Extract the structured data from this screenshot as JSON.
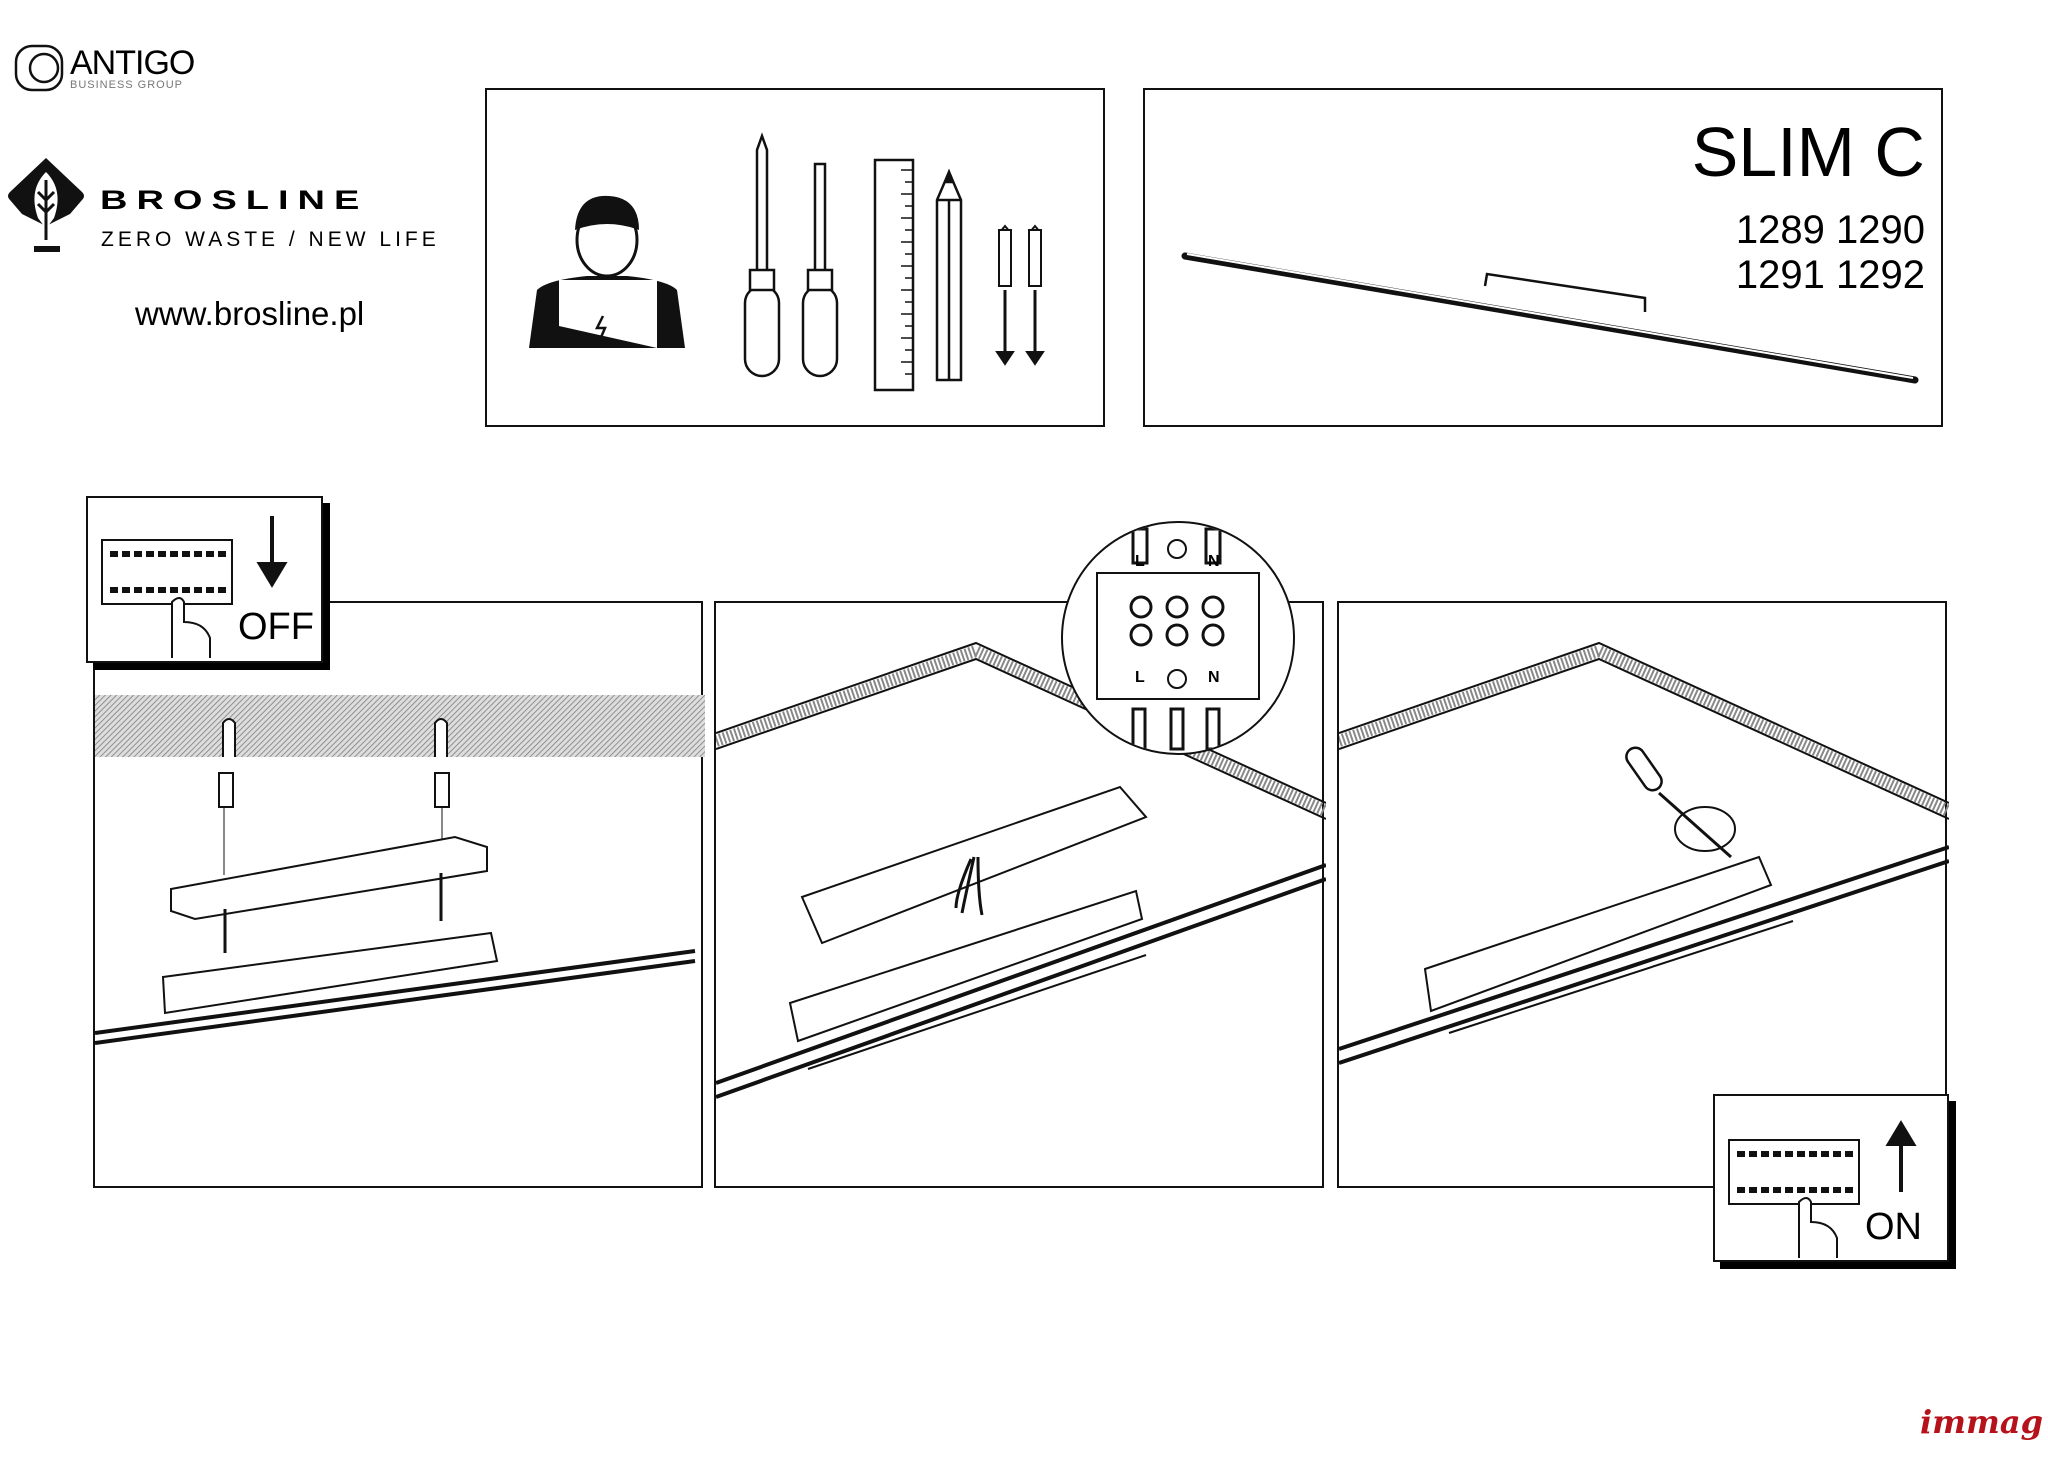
{
  "branding": {
    "antigo_name": "ANTIGO",
    "antigo_sub": "BUSINESS GROUP",
    "brosline_name": "BROSLINE",
    "brosline_tagline": "ZERO WASTE / NEW LIFE",
    "website": "www.brosline.pl",
    "watermark": "immag"
  },
  "product": {
    "name": "SLIM C",
    "codes_line1": "1289 1290",
    "codes_line2": "1291 1292"
  },
  "steps": {
    "power_off_label": "OFF",
    "power_on_label": "ON",
    "terminal_top": [
      "L",
      "N"
    ],
    "terminal_bottom": [
      "L",
      "N"
    ]
  },
  "colors": {
    "ink": "#111111",
    "watermark": "#b5121b"
  }
}
